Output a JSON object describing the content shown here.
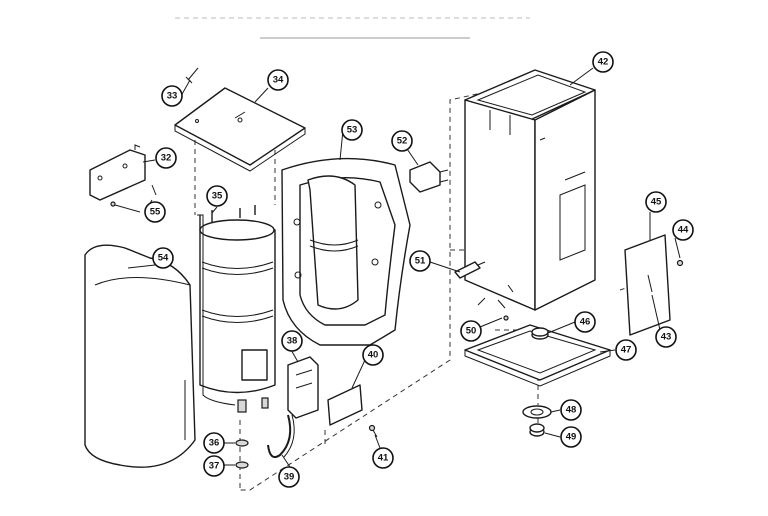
{
  "callouts": [
    "33",
    "34",
    "32",
    "55",
    "35",
    "53",
    "52",
    "42",
    "54",
    "51",
    "45",
    "44",
    "43",
    "50",
    "46",
    "47",
    "38",
    "40",
    "48",
    "49",
    "36",
    "37",
    "39",
    "41"
  ]
}
